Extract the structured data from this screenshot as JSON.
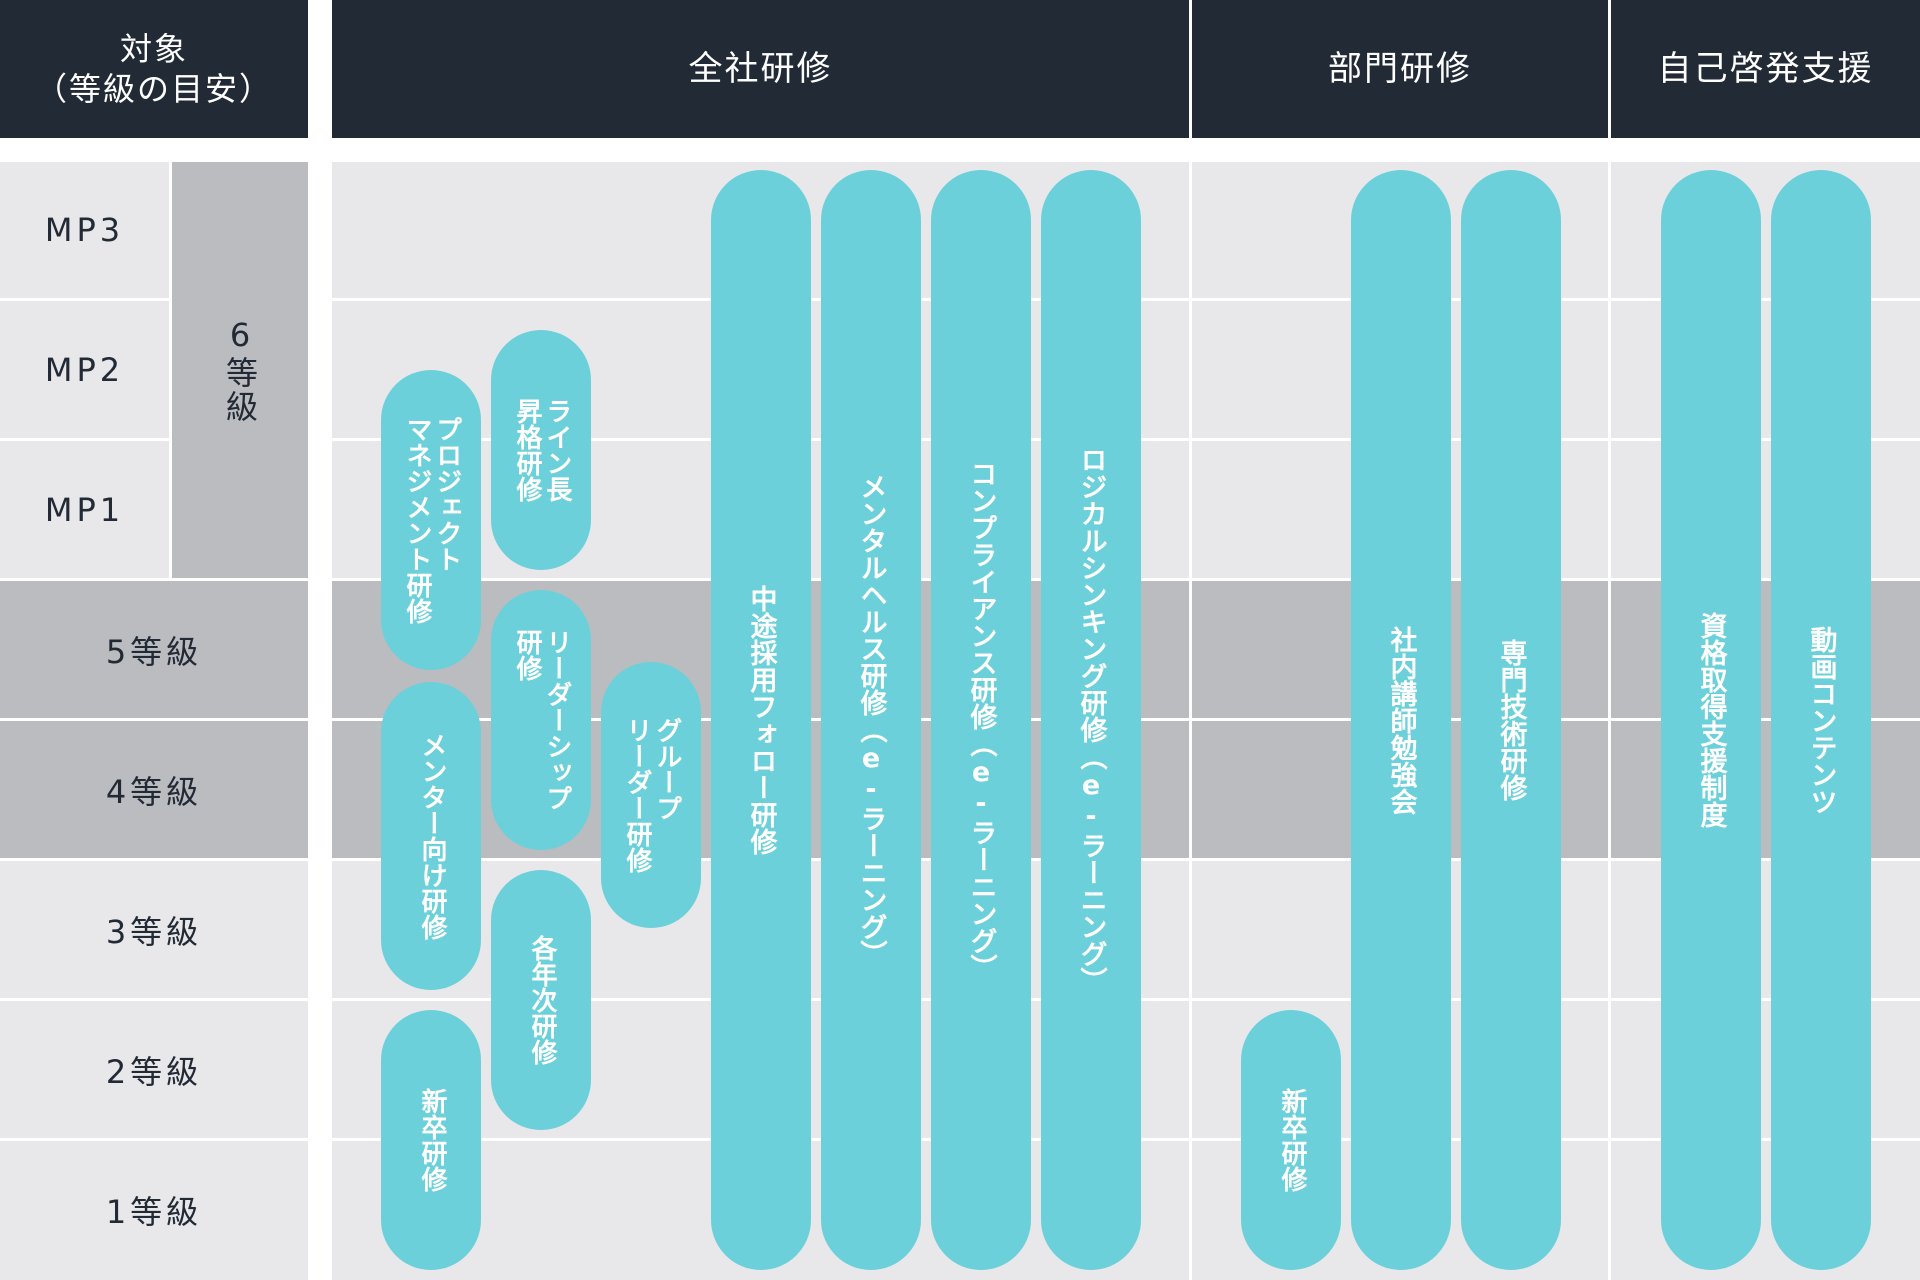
{
  "header": {
    "target_label": "対象\n（等級の目安）",
    "company_training": "全社研修",
    "department_training": "部門研修",
    "self_development": "自己啓発支援"
  },
  "rows": {
    "mp3": "MP3",
    "mp2": "MP2",
    "mp1": "MP1",
    "grade6": "6等級",
    "grade5": "5等級",
    "grade4": "4等級",
    "grade3": "3等級",
    "grade2": "2等級",
    "grade1": "1等級"
  },
  "programs": {
    "project_management": "プロジェクト\nマネジメント研修",
    "line_manager_promotion": "ライン長\n昇格研修",
    "leadership": "リーダーシップ\n研修",
    "group_leader": "グループ\nリーダー研修",
    "mentor": "メンター向け研修",
    "annual": "各年次研修",
    "new_graduate_company": "新卒研修",
    "mid_career_follow": "中途採用フォロー研修",
    "mental_health": "メンタルヘルス研修（e-ラーニング）",
    "compliance": "コンプライアンス研修（e-ラーニング）",
    "logical_thinking": "ロジカルシンキング研修（e-ラーニング）",
    "new_graduate_department": "新卒研修",
    "internal_instructor": "社内講師勉強会",
    "technical": "専門技術研修",
    "certification_support": "資格取得支援制度",
    "video_content": "動画コンテンツ"
  },
  "colors": {
    "header_bg": "#222a36",
    "panel_bg": "#e8e8ea",
    "band_bg": "#babcbf",
    "pill": "#6bd0da"
  }
}
